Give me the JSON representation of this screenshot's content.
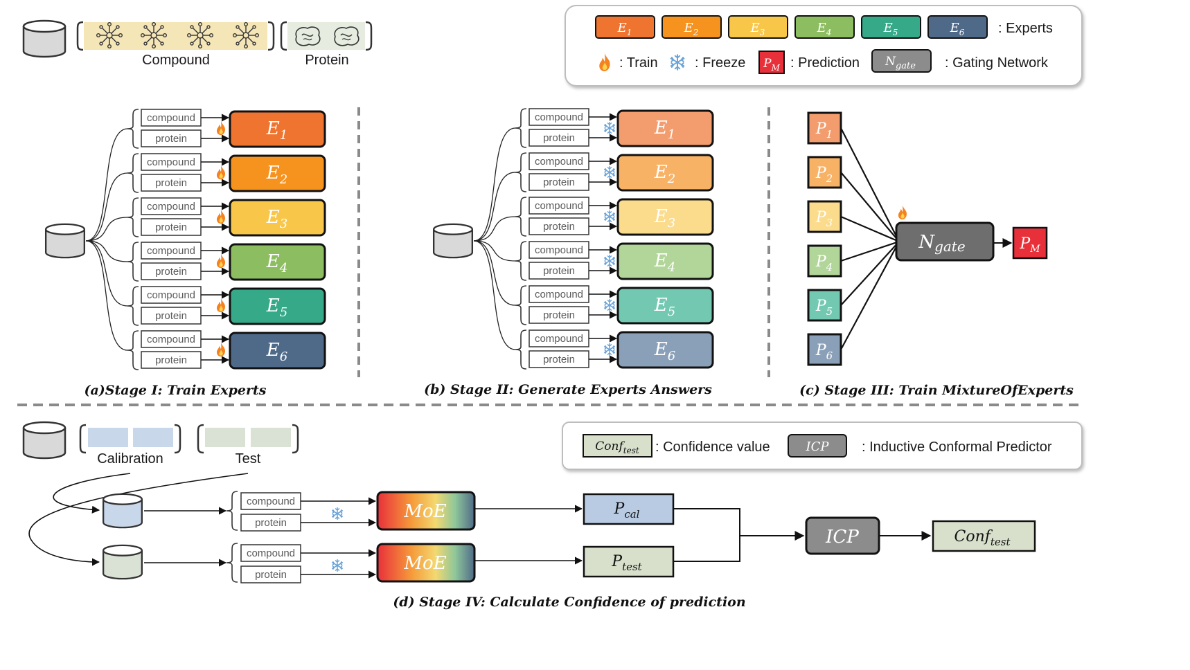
{
  "dataset": {
    "compound_label": "Compound",
    "protein_label": "Protein"
  },
  "legend_top": {
    "experts": [
      {
        "main": "E",
        "sub": "1",
        "color": "#ee7430"
      },
      {
        "main": "E",
        "sub": "2",
        "color": "#f6921e"
      },
      {
        "main": "E",
        "sub": "3",
        "color": "#f8c74a"
      },
      {
        "main": "E",
        "sub": "4",
        "color": "#8dbd61"
      },
      {
        "main": "E",
        "sub": "5",
        "color": "#36a989"
      },
      {
        "main": "E",
        "sub": "6",
        "color": "#4f6a89"
      }
    ],
    "experts_label": ": Experts",
    "train_label": ": Train",
    "freeze_label": ": Freeze",
    "prediction_symbol": {
      "main": "P",
      "sub": "M"
    },
    "prediction_label": ": Prediction",
    "gating_symbol": {
      "main": "N",
      "sub": "gate"
    },
    "gating_label": ": Gating Network"
  },
  "input_labels": {
    "compound": "compound",
    "protein": "protein"
  },
  "stage1": {
    "experts": [
      {
        "main": "E",
        "sub": "1",
        "color": "#ee7430"
      },
      {
        "main": "E",
        "sub": "2",
        "color": "#f6921e"
      },
      {
        "main": "E",
        "sub": "3",
        "color": "#f8c74a"
      },
      {
        "main": "E",
        "sub": "4",
        "color": "#8dbd61"
      },
      {
        "main": "E",
        "sub": "5",
        "color": "#36a989"
      },
      {
        "main": "E",
        "sub": "6",
        "color": "#4f6a89"
      }
    ],
    "caption": "(a)Stage I:  Train Experts"
  },
  "stage2": {
    "experts": [
      {
        "main": "E",
        "sub": "1",
        "color": "#f39d6e"
      },
      {
        "main": "E",
        "sub": "2",
        "color": "#f8b266"
      },
      {
        "main": "E",
        "sub": "3",
        "color": "#fbdb8c"
      },
      {
        "main": "E",
        "sub": "4",
        "color": "#b2d59a"
      },
      {
        "main": "E",
        "sub": "5",
        "color": "#72c8b0"
      },
      {
        "main": "E",
        "sub": "6",
        "color": "#8aa0b8"
      }
    ],
    "caption": "(b) Stage II: Generate Experts Answers"
  },
  "stage3": {
    "predictions": [
      {
        "main": "P",
        "sub": "1",
        "color": "#f39d6e"
      },
      {
        "main": "P",
        "sub": "2",
        "color": "#f8b266"
      },
      {
        "main": "P",
        "sub": "3",
        "color": "#fbdb8c"
      },
      {
        "main": "P",
        "sub": "4",
        "color": "#b2d59a"
      },
      {
        "main": "P",
        "sub": "5",
        "color": "#72c8b0"
      },
      {
        "main": "P",
        "sub": "6",
        "color": "#8aa0b8"
      }
    ],
    "gate": {
      "main": "N",
      "sub": "gate"
    },
    "output": {
      "main": "P",
      "sub": "M"
    },
    "caption": "(c) Stage III: Train MixtureOfExperts"
  },
  "stage4": {
    "calibration_label": "Calibration",
    "test_label": "Test",
    "moe_label": "MoE",
    "p_cal": {
      "main": "P",
      "sub": "cal"
    },
    "p_test": {
      "main": "P",
      "sub": "test"
    },
    "icp_label": "ICP",
    "conf": {
      "main": "Conf",
      "sub": "test"
    },
    "caption": "(d) Stage IV: Calculate Confidence of prediction"
  },
  "legend_bottom": {
    "conf_symbol": {
      "main": "Conf",
      "sub": "test"
    },
    "conf_label": ": Confidence value",
    "icp_symbol": "ICP",
    "icp_label": ": Inductive Conformal Predictor"
  },
  "colors": {
    "gate": "#6e6e6e",
    "prediction_red": "#e8303a",
    "icp": "#8c8c8c",
    "conf": "#d8e0cc",
    "p_cal": "#b8cbe3",
    "p_test": "#d8e0cc",
    "cal_block": "#c9d7ea",
    "test_block": "#d9e2d4",
    "compound_band": "#f5e6b8"
  }
}
